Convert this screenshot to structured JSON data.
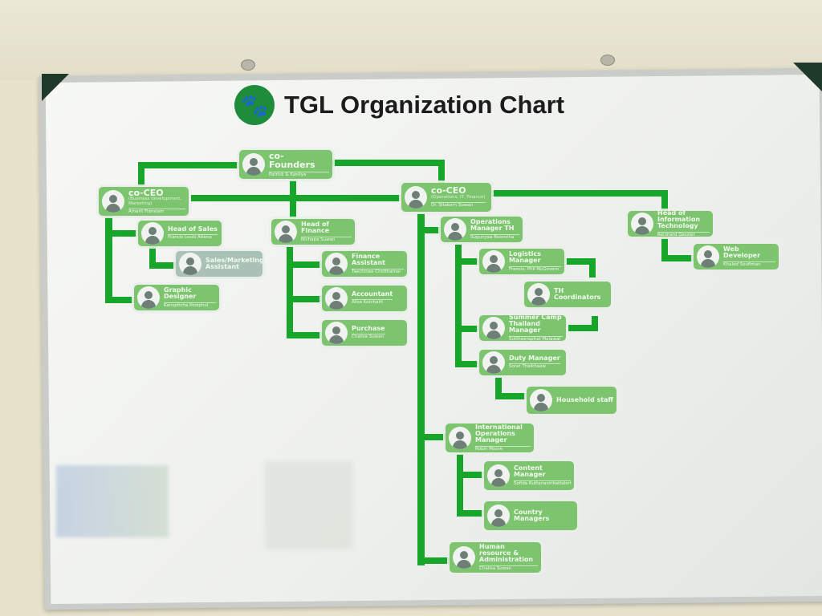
{
  "title": "TGL Organization Chart",
  "logo_icon": "paw-print-icon",
  "colors": {
    "card": "#7cc46e",
    "connector": "#17a62a",
    "title": "#1c1c1c"
  },
  "cards": [
    {
      "role": "co-Founders",
      "name": "Patrick & Kanliya"
    },
    {
      "role": "co-CEO",
      "sub": "(Business development, Marketing)",
      "name": "Amarit Fiansiam"
    },
    {
      "role": "co-CEO",
      "sub": "(Operations, IT, Finance)",
      "name": "Dr. Sitakorn Suwan"
    },
    {
      "role": "Head of Sales",
      "name": "Francis Louis Altena"
    },
    {
      "role": "Sales/Marketing Assistant",
      "name": ""
    },
    {
      "role": "Graphic Designer",
      "name": "Kanspitcha Pooiphol"
    },
    {
      "role": "Head of Finance",
      "name": "Nichapa Suwan"
    },
    {
      "role": "Finance Assistant",
      "name": "Taechinee Chidthamai"
    },
    {
      "role": "Accountant",
      "name": "Alisa Kotchaitt"
    },
    {
      "role": "Purchase",
      "name": "Chalisa Suwan"
    },
    {
      "role": "Operations Manager TH",
      "name": "Sugunyaa Boonsiha"
    },
    {
      "role": "Logistics Manager",
      "name": "Francis, Phil McGovern"
    },
    {
      "role": "TH Coordinators",
      "name": ""
    },
    {
      "role": "Summer Camp Thailand Manager",
      "name": "Suttheeraphat Malawat"
    },
    {
      "role": "Duty Manager",
      "name": "Sorat Thaikhaew"
    },
    {
      "role": "Household staff",
      "name": ""
    },
    {
      "role": "Head of Information Technology",
      "name": "Reinhard Gessler"
    },
    {
      "role": "Web Developer",
      "name": "Khaled Soufiman"
    },
    {
      "role": "International Operations Manager",
      "name": "Robin Moore"
    },
    {
      "role": "Content Manager",
      "name": "Sofida Ruttanasirikattalert"
    },
    {
      "role": "Country Managers",
      "name": ""
    },
    {
      "role": "Human resource & Administration",
      "name": "Chalisa Suwan"
    }
  ]
}
